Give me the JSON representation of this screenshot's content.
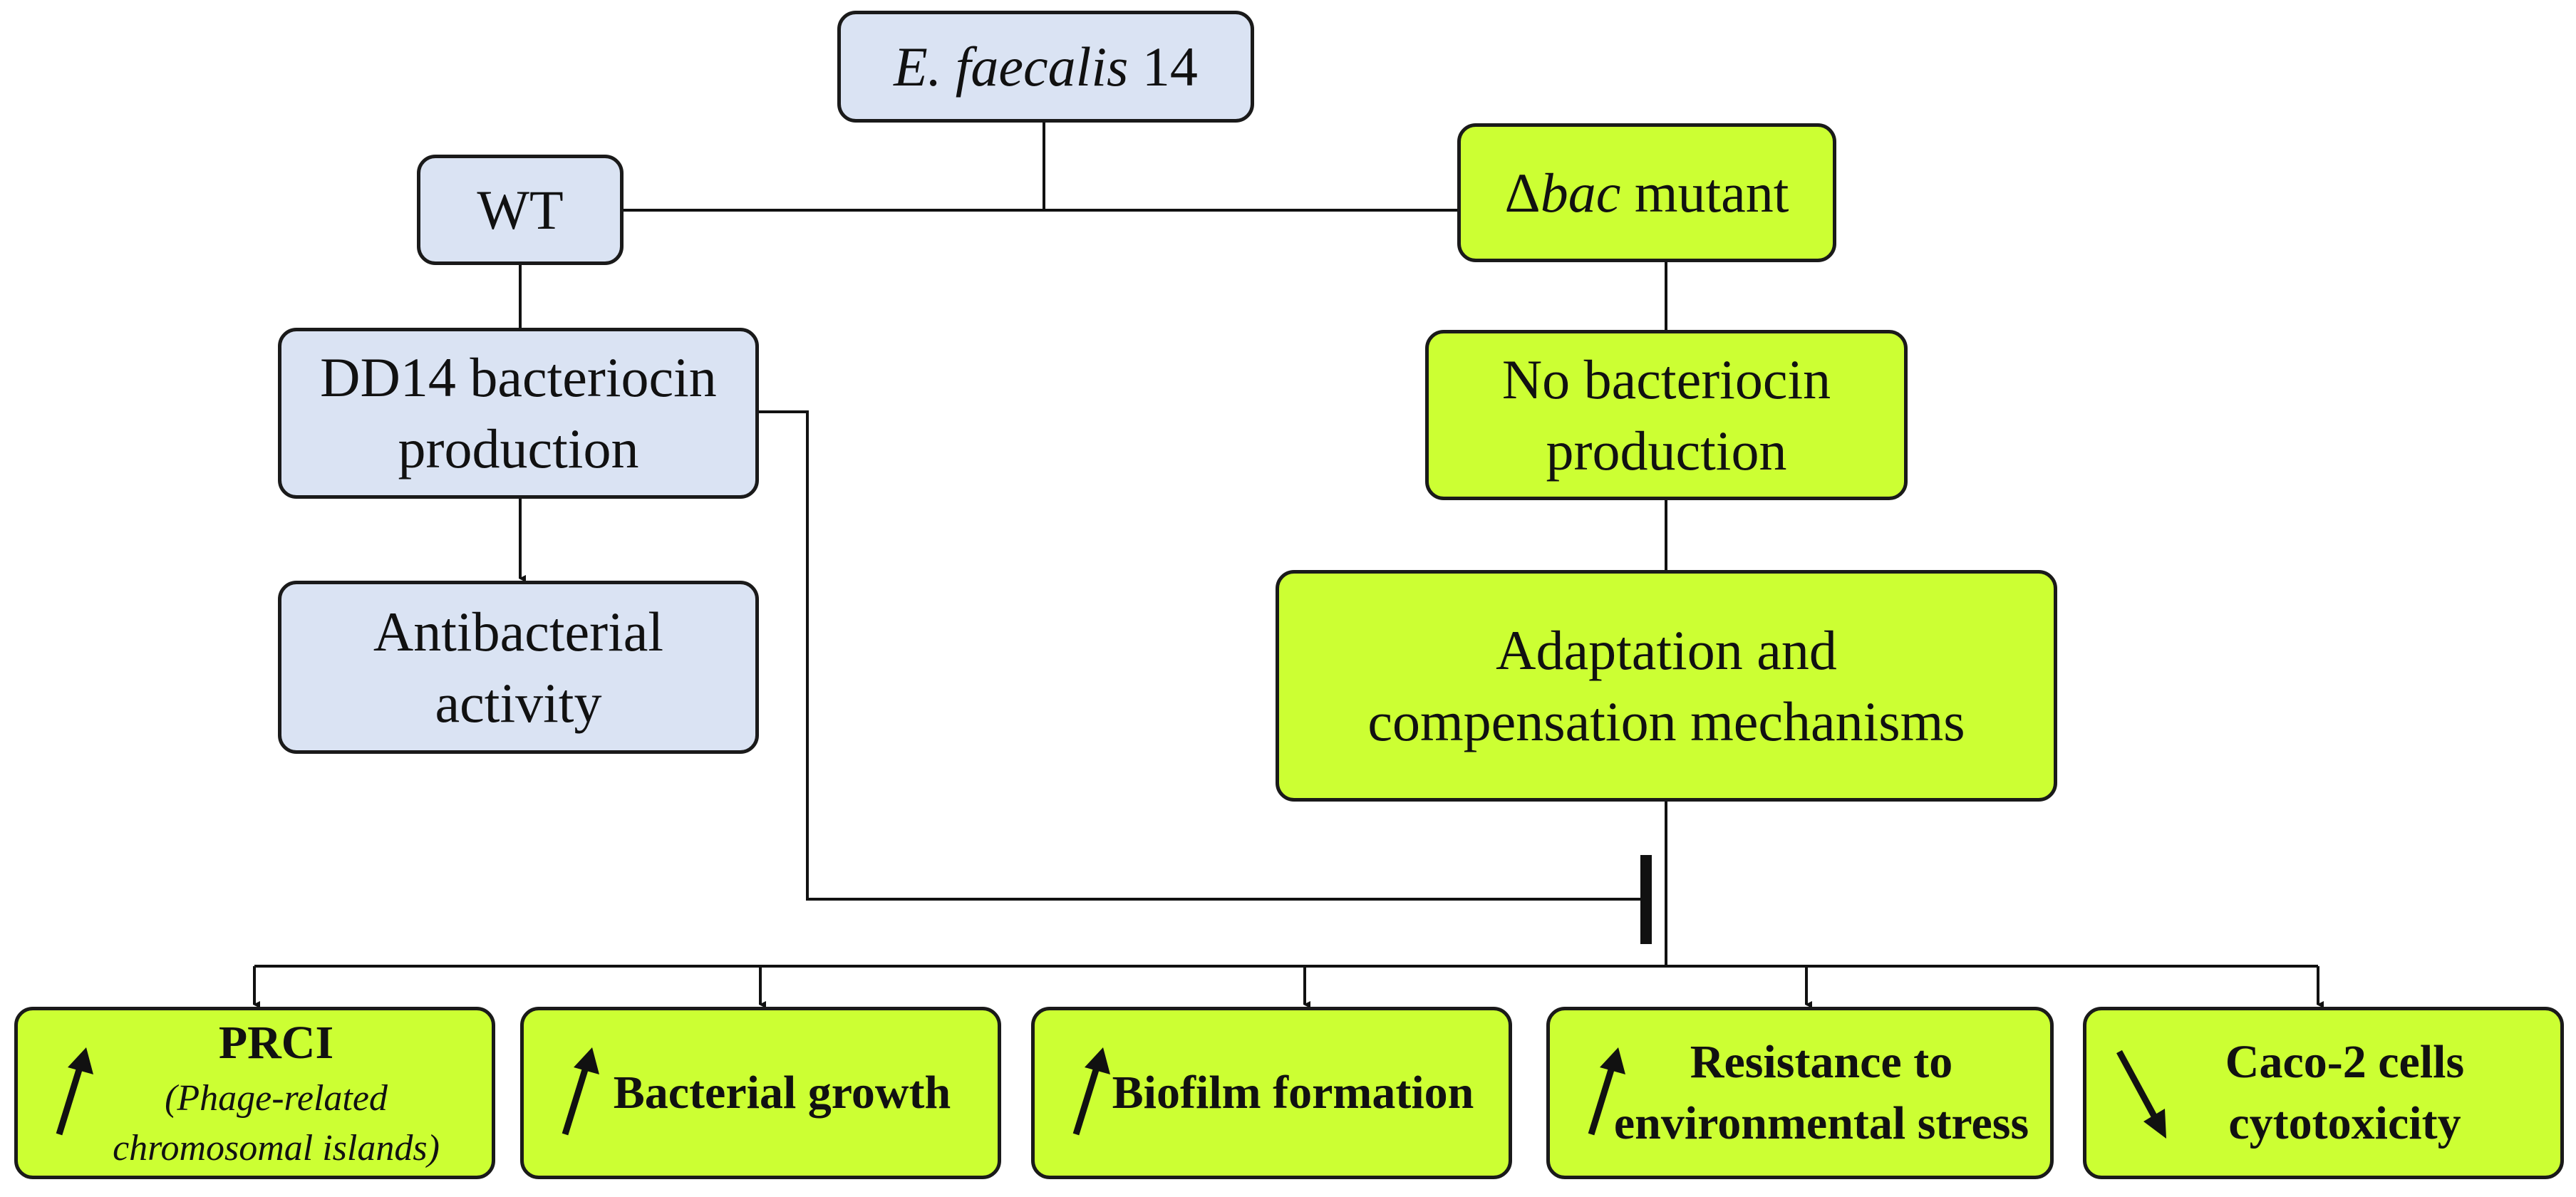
{
  "nodes": {
    "root": {
      "italic": "E. faecalis",
      "rest": "14",
      "color": "#dae3f3"
    },
    "wt": {
      "label": "WT"
    },
    "dd14": {
      "line1": "DD14 bacteriocin",
      "line2": "production"
    },
    "antibacterial": {
      "line1": "Antibacterial",
      "line2": "activity"
    },
    "mutant": {
      "delta": "Δ",
      "italic": "bac",
      "rest": "mutant",
      "color": "#ccff33"
    },
    "no_bacteriocin": {
      "line1": "No bacteriocin",
      "line2": "production"
    },
    "adaptation": {
      "line1": "Adaptation and",
      "line2": "compensation mechanisms"
    }
  },
  "outcomes": [
    {
      "title": "PRCI",
      "sub1": "(Phage-related",
      "sub2": "chromosomal islands)",
      "arrow": "up-arrow-icon"
    },
    {
      "title": "Bacterial growth",
      "arrow": "up-arrow-icon"
    },
    {
      "title": "Biofilm formation",
      "arrow": "up-arrow-icon"
    },
    {
      "line1": "Resistance to",
      "line2": "environmental stress",
      "arrow": "up-arrow-icon"
    },
    {
      "line1": "Caco-2 cells",
      "line2": "cytotoxicity",
      "arrow": "down-arrow-icon"
    }
  ]
}
